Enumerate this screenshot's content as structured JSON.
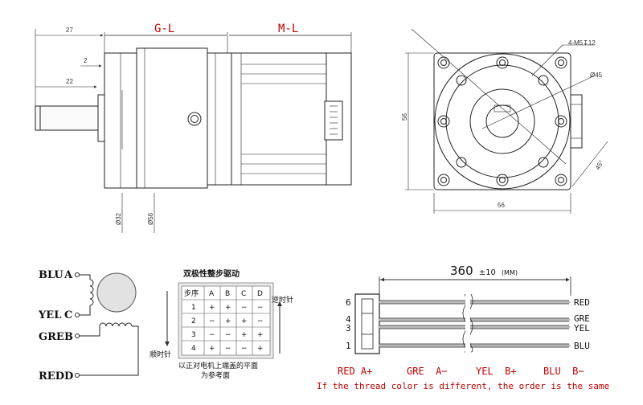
{
  "side_view": {
    "gl_label": "G-L",
    "ml_label": "M-L",
    "dim_27": "27",
    "dim_2": "2",
    "dim_22": "22",
    "dia_32": "Ø32",
    "dia_56": "Ø56"
  },
  "front_view": {
    "holes_label": "4-M5↧12",
    "dia_45": "Ø45",
    "dim_56_v": "56",
    "dim_56_h": "56",
    "angle_45": "45°"
  },
  "wiring": {
    "labels": [
      {
        "name": "BLU",
        "pin": "A"
      },
      {
        "name": "YEL",
        "pin": "C"
      },
      {
        "name": "GRE",
        "pin": "B"
      },
      {
        "name": "RED",
        "pin": "D"
      }
    ]
  },
  "step_table": {
    "title": "双极性整步驱动",
    "header": [
      "步序",
      "A",
      "B",
      "C",
      "D"
    ],
    "rows": [
      [
        "1",
        "+",
        "+",
        "−",
        "−"
      ],
      [
        "2",
        "−",
        "+",
        "+",
        "−"
      ],
      [
        "3",
        "−",
        "−",
        "+",
        "+"
      ],
      [
        "4",
        "+",
        "−",
        "−",
        "+"
      ]
    ],
    "ccw_label": "逆时针",
    "cw_label": "顺时针",
    "footnote_1": "以正对电机上端盖的平面",
    "footnote_2": "为参考面"
  },
  "cable": {
    "length_value": "360",
    "length_tol": "±10",
    "length_unit": "(MM)",
    "pins": [
      "6",
      "4",
      "3",
      "1"
    ],
    "wires": [
      "RED",
      "GRE",
      "YEL",
      "BLU"
    ]
  },
  "legend": {
    "items": [
      "RED A+",
      "GRE  A−",
      "YEL  B+",
      "BLU  B−"
    ],
    "note": "If the thread color is different, the order is the same"
  }
}
